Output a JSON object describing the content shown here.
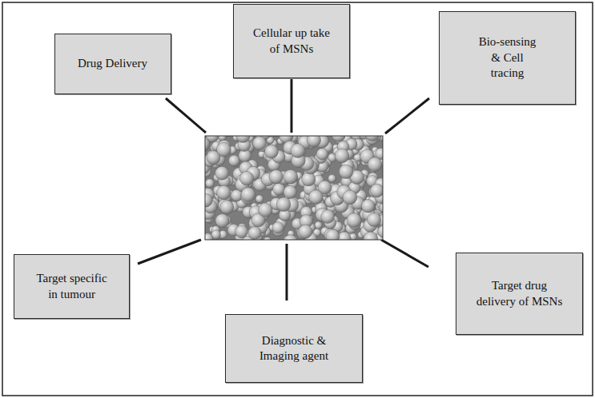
{
  "diagram": {
    "nodes": [
      {
        "text": [
          "Drug Delivery"
        ]
      },
      {
        "text": [
          "Cellular up take of MSNs"
        ]
      },
      {
        "text": [
          "Bio-sensing & Cell tracing"
        ]
      },
      {
        "text": [
          "Target specific in tumour"
        ]
      },
      {
        "text": [
          "Diagnostic & Imaging agent"
        ]
      },
      {
        "text": [
          "Target drug delivery of MSNs"
        ]
      }
    ]
  }
}
